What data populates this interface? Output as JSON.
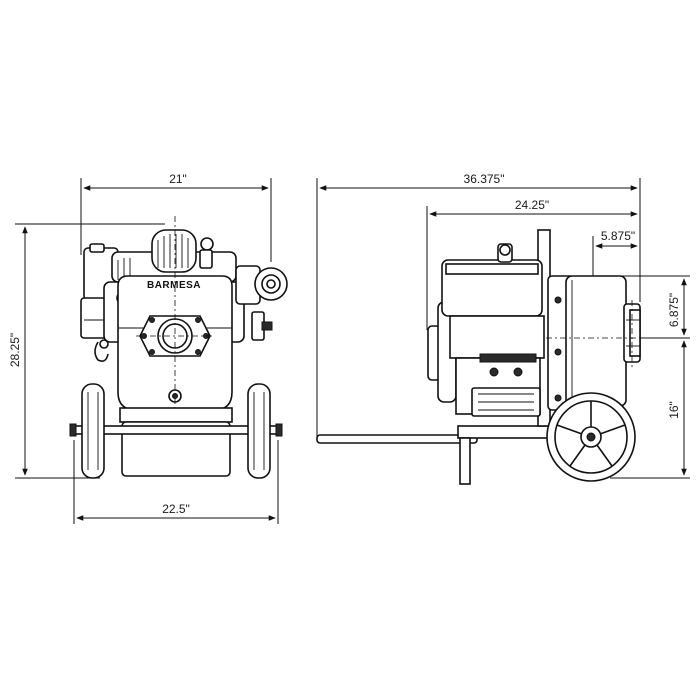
{
  "brand": "BARMESA",
  "dimensions": {
    "front_width_top": "21\"",
    "front_height": "28.25\"",
    "front_width_bottom": "22.5\"",
    "side_total_length": "36.375\"",
    "side_length": "24.25\"",
    "discharge_offset": "5.875\"",
    "discharge_height": "6.875\"",
    "axle_height": "16\""
  },
  "colors": {
    "line": "#111111",
    "background": "#ffffff"
  }
}
